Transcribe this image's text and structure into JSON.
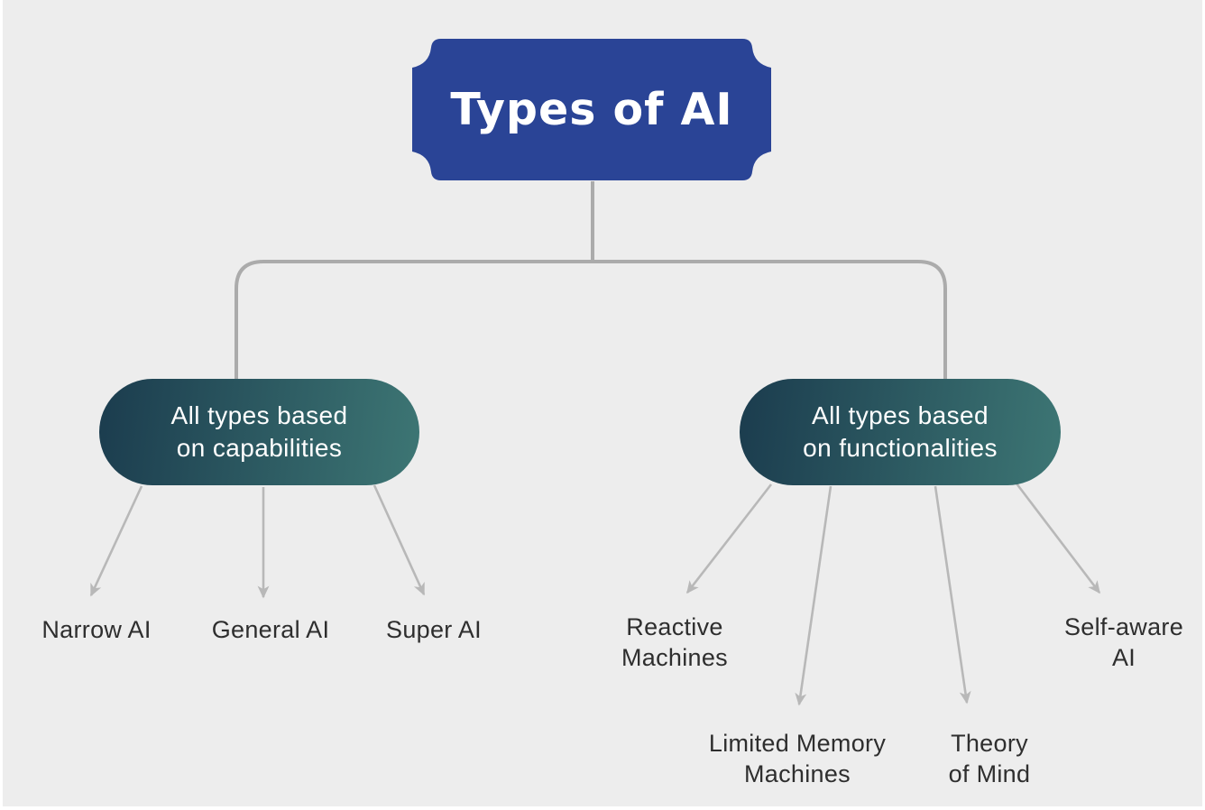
{
  "diagram": {
    "root": "Types of AI",
    "capabilities": {
      "label": [
        "All types based",
        "on capabilities"
      ],
      "leaves": [
        [
          "Narrow AI"
        ],
        [
          "General AI"
        ],
        [
          "Super AI"
        ]
      ]
    },
    "functionalities": {
      "label": [
        "All types based",
        "on functionalities"
      ],
      "leaves": [
        [
          "Reactive",
          "Machines"
        ],
        [
          "Limited Memory",
          "Machines"
        ],
        [
          "Theory",
          "of Mind"
        ],
        [
          "Self-aware",
          "AI"
        ]
      ]
    }
  },
  "colors": {
    "background": "#EDEDED",
    "frame": "#FFFFFF",
    "title_box_fill": "#2A4496",
    "title_text": "#FFFFFF",
    "pill_gradient_left": "#1B3C4E",
    "pill_gradient_right": "#3D7674",
    "pill_text": "#FFFFFF",
    "connector_line": "#ABABAB",
    "arrow_line": "#B8B8B8",
    "leaf_text": "#2E2E2E"
  }
}
